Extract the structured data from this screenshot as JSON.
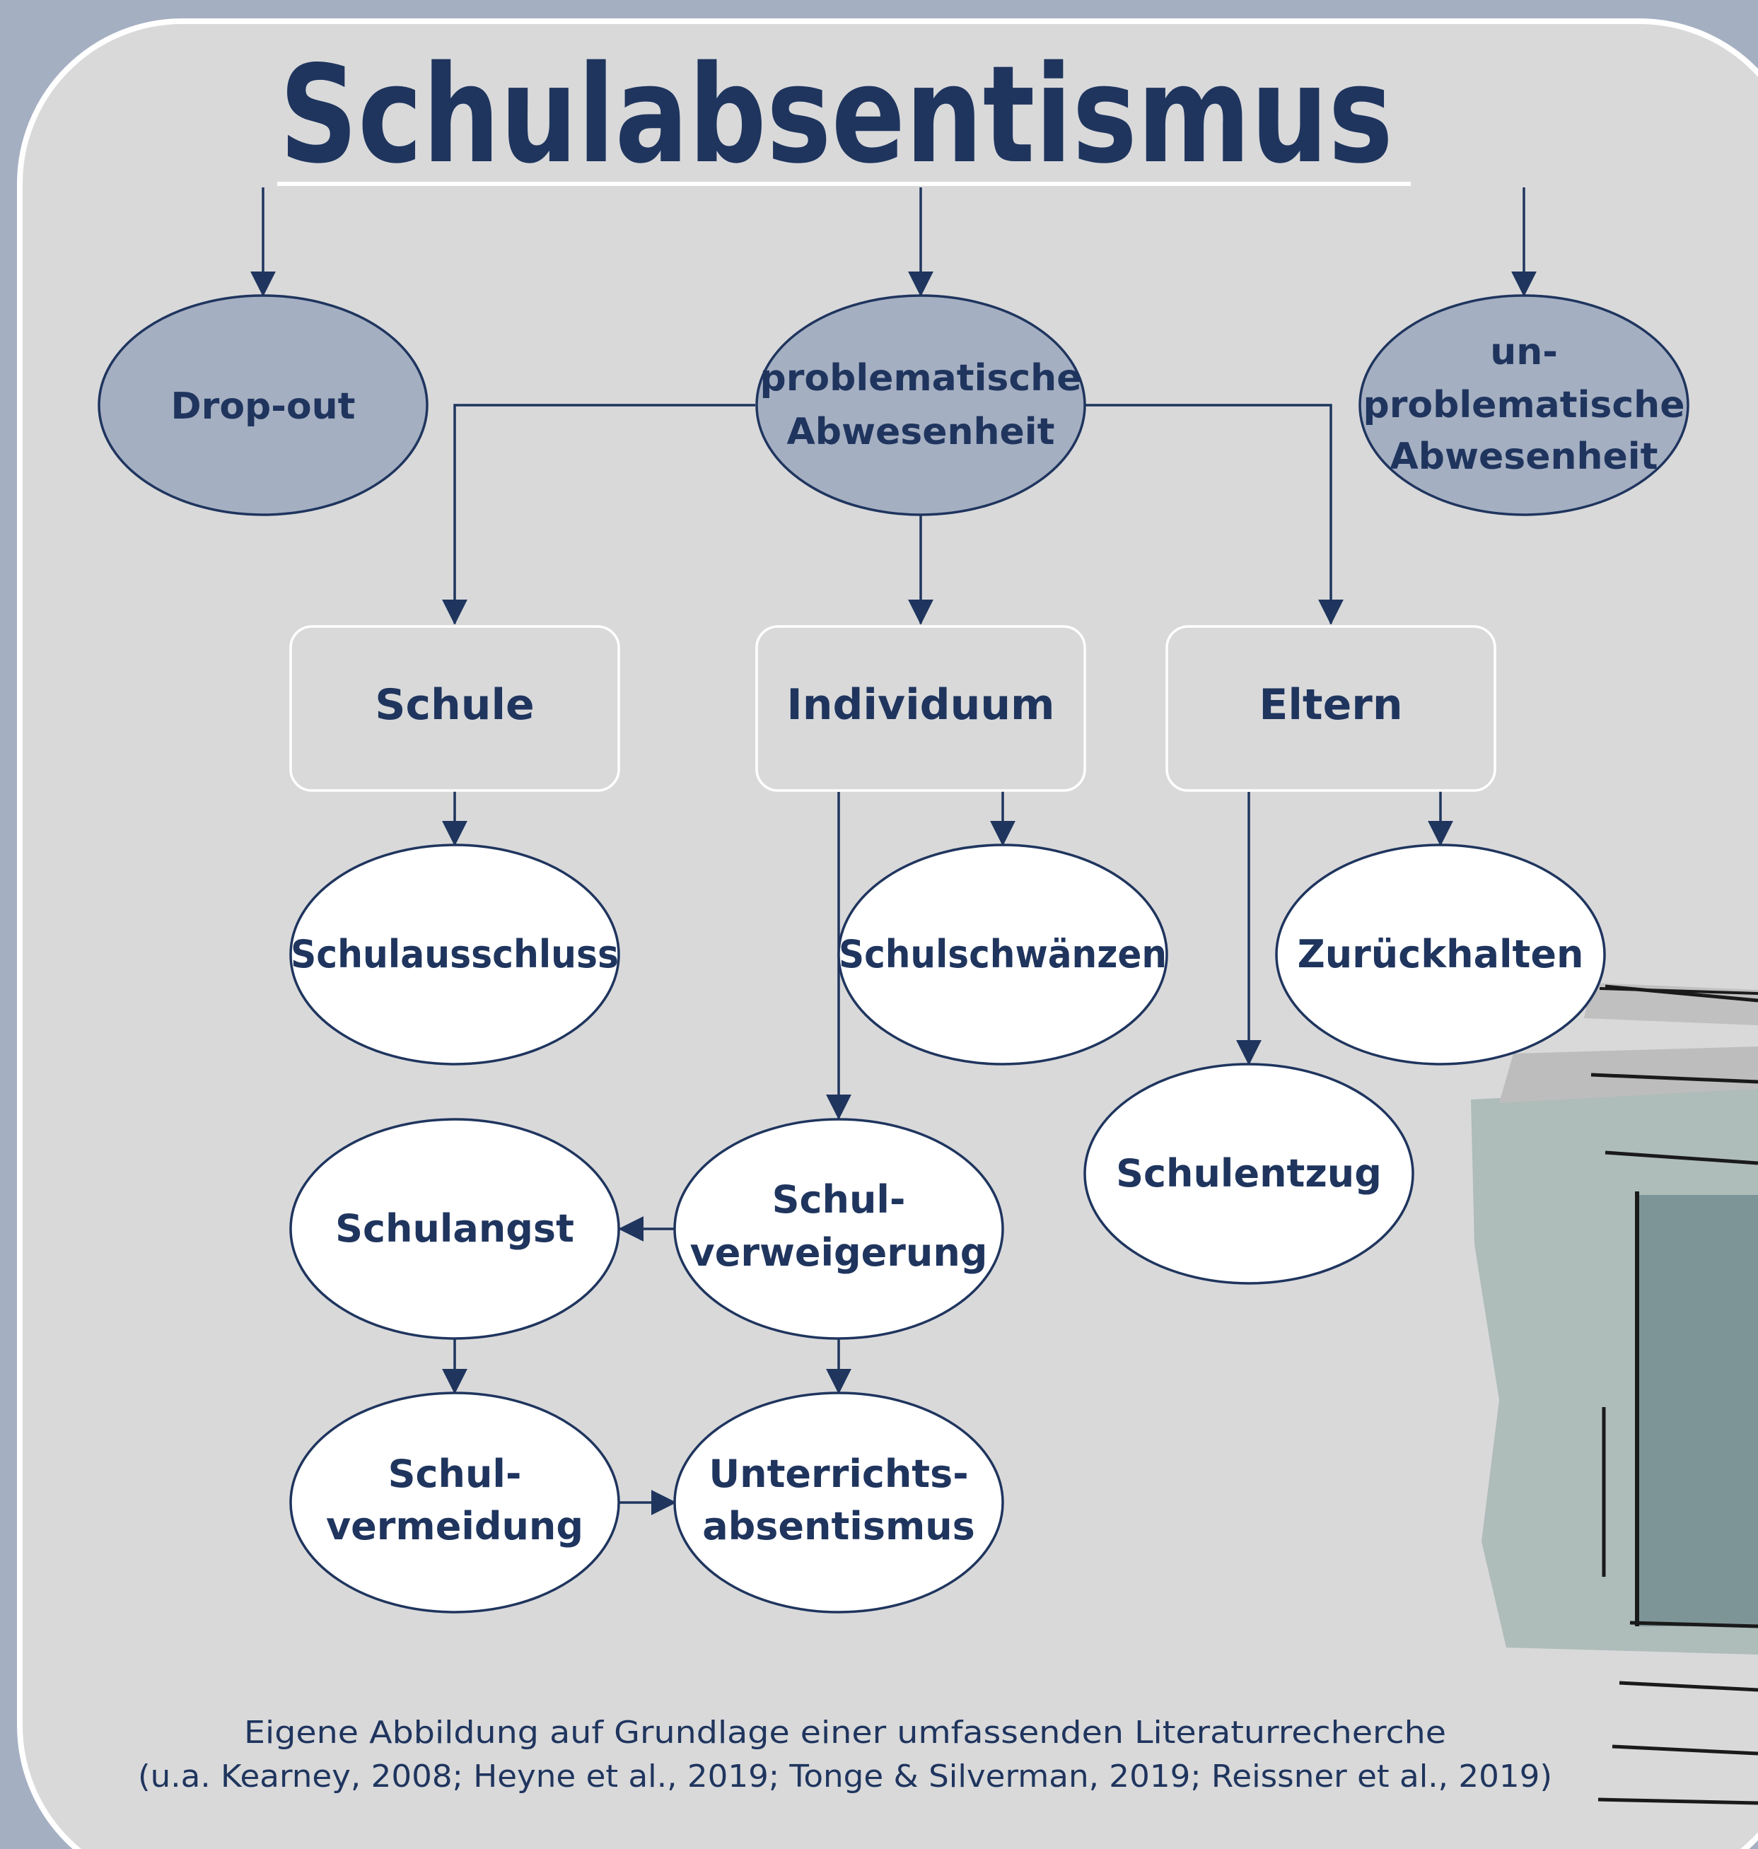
{
  "title": "Schulabsentismus",
  "colors": {
    "background": "#a5afc2",
    "panel": "#d9d9da",
    "dark_node": "#a5afc2",
    "light_node": "#ffffff",
    "text": "#1f355e",
    "line": "#1f355e"
  },
  "categories": {
    "dropout": "Drop-out",
    "problematisch": [
      "problematische",
      "Abwesenheit"
    ],
    "unproblematisch": [
      "un-",
      "problematische",
      "Abwesenheit"
    ]
  },
  "factors": {
    "schule": "Schule",
    "individuum": "Individuum",
    "eltern": "Eltern"
  },
  "forms": {
    "schulausschluss": "Schulausschluss",
    "schulschwaenzen": "Schulschwänzen",
    "zurueckhalten": "Zurückhalten",
    "schulentzug": "Schulentzug",
    "schulangst": "Schulangst",
    "schulverweigerung": [
      "Schul-",
      "verweigerung"
    ],
    "schulvermeidung": [
      "Schul-",
      "vermeidung"
    ],
    "unterrichtsabsentismus": [
      "Unterrichts-",
      "absentismus"
    ]
  },
  "caption": [
    "Eigene Abbildung auf Grundlage einer umfassenden Literaturrecherche",
    "(u.a. Kearney, 2008; Heyne et al., 2019; Tonge & Silverman, 2019; Reissner et al., 2019)"
  ]
}
